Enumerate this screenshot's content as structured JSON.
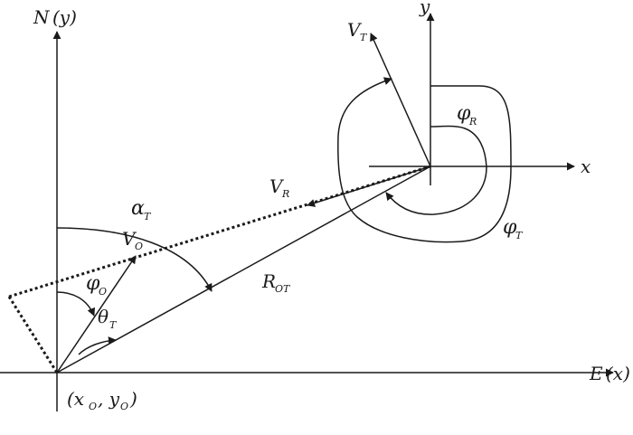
{
  "labels": {
    "north_axis": "N",
    "north_axis_paren": "(y)",
    "east_axis": "E",
    "east_axis_paren": "(x)",
    "local_x": "x",
    "local_y": "y",
    "vt_main": "V",
    "vt_sub": "T",
    "vr_main": "V",
    "vr_sub": "R",
    "vo_main": "V",
    "vo_sub": "O",
    "alpha_main": "α",
    "alpha_sub": "T",
    "phi_o_main": "φ",
    "phi_o_sub": "O",
    "theta_main": "θ",
    "theta_sub": "T",
    "rot_main": "R",
    "rot_sub": "OT",
    "phi_r_main": "φ",
    "phi_r_sub": "R",
    "phi_t_main": "φ",
    "phi_t_sub": "T",
    "origin_open": "(x",
    "origin_sub1": "O",
    "origin_mid": ", y",
    "origin_sub2": "O",
    "origin_close": ")"
  },
  "colors": {
    "line": "#1a1a1a",
    "background": "#ffffff"
  }
}
